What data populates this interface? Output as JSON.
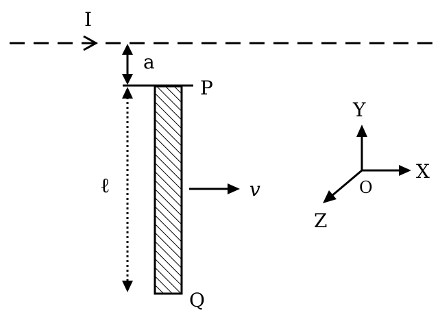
{
  "labels": {
    "current": "I",
    "gap": "a",
    "top_end": "P",
    "bottom_end": "Q",
    "length": "ℓ",
    "velocity": "v",
    "axis_y": "Y",
    "axis_x": "X",
    "axis_z": "Z",
    "origin": "O"
  },
  "colors": {
    "ink": "#000000",
    "background": "#ffffff"
  }
}
